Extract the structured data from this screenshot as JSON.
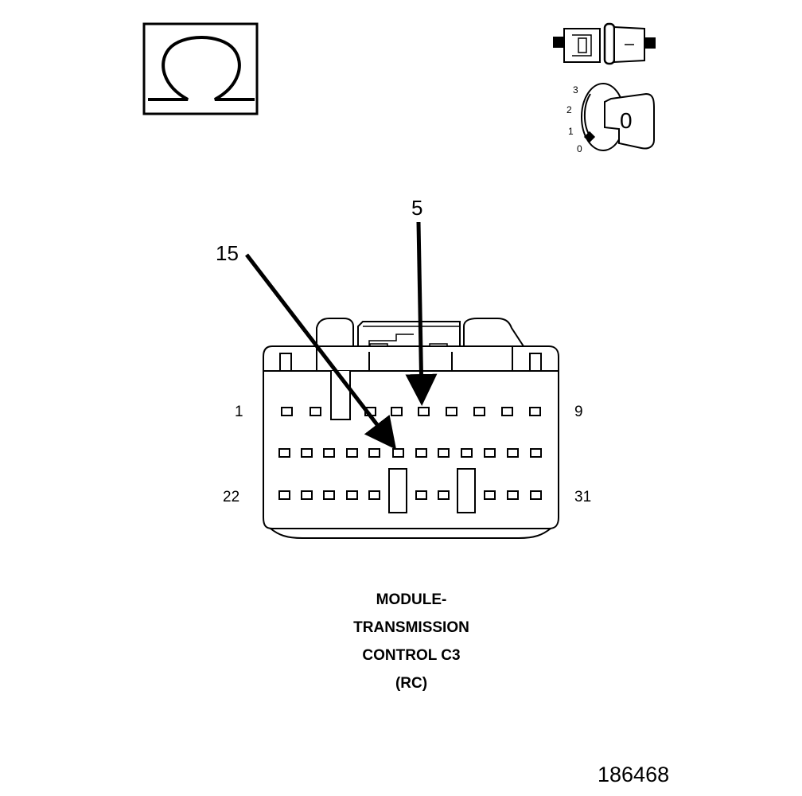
{
  "callouts": {
    "pin_5": "5",
    "pin_15": "15"
  },
  "pin_labels": {
    "row1_start": "1",
    "row1_end": "9",
    "row3_start": "22",
    "row3_end": "31"
  },
  "caption": {
    "line1": "MODULE-",
    "line2": "TRANSMISSION",
    "line3": "CONTROL C3",
    "line4": "(RC)"
  },
  "figure_number": "186468",
  "ignition_key": {
    "positions": [
      "3",
      "2",
      "1",
      "0"
    ],
    "current_position": "0"
  },
  "icons": {
    "ohmmeter": "ohm-symbol-icon",
    "connector_probe": "connector-probe-icon",
    "ignition": "ignition-key-icon"
  }
}
